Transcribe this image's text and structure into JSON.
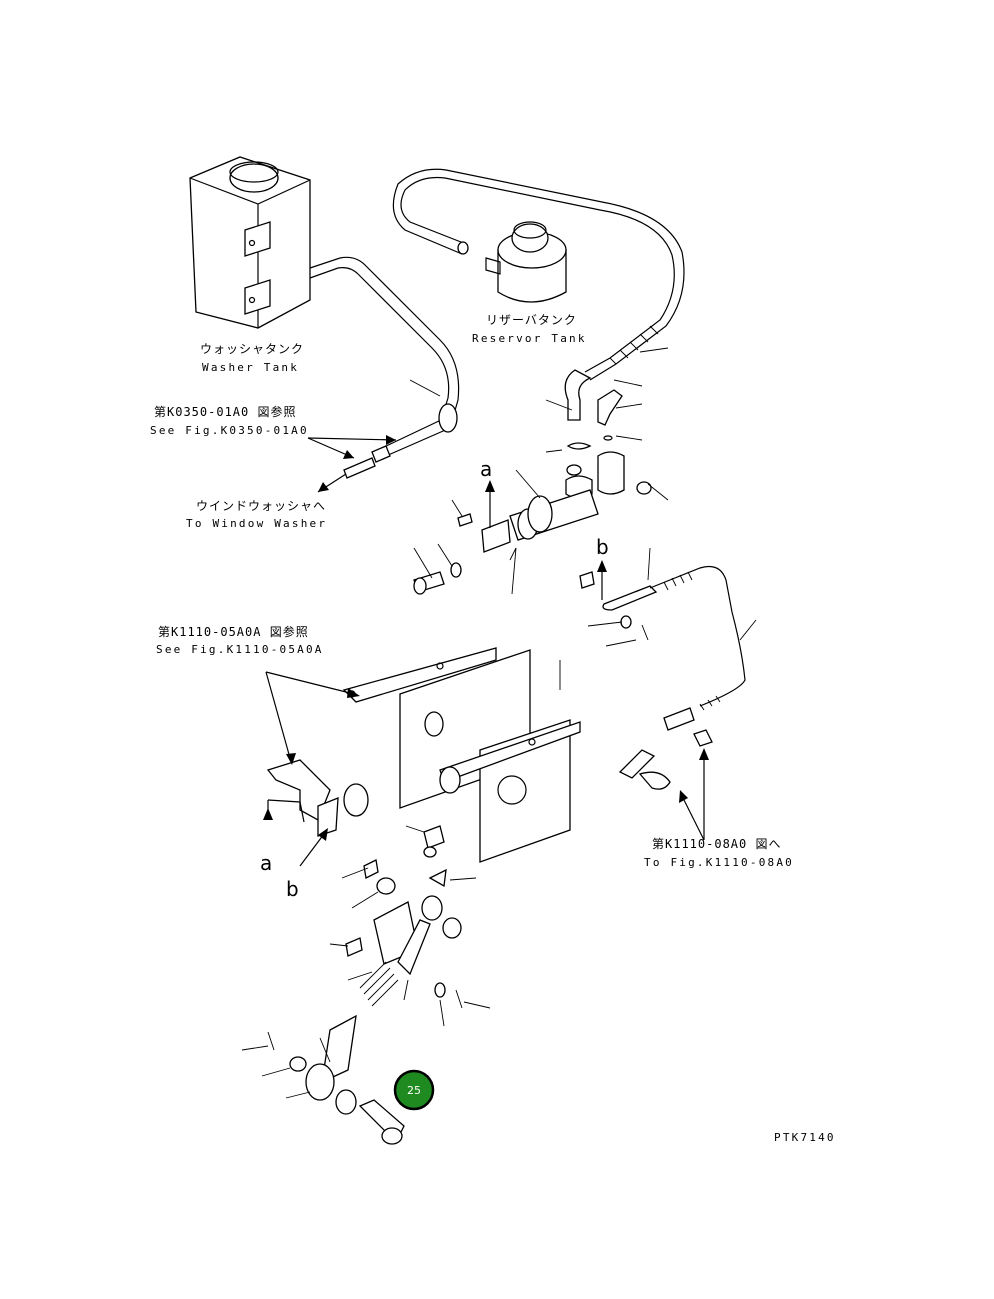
{
  "labels": {
    "washer_tank_jp": "ウォッシャタンク",
    "washer_tank_en": "Washer Tank",
    "reservoir_tank_jp": "リザーバタンク",
    "reservoir_tank_en": "Reservor Tank",
    "ref_k0350_jp": "第K0350-01A0 図参照",
    "ref_k0350_en": "See Fig.K0350-01A0",
    "window_washer_jp": "ウインドウォッシャへ",
    "window_washer_en": "To Window Washer",
    "ref_k1110_05_jp": "第K1110-05A0A 図参照",
    "ref_k1110_05_en": "See Fig.K1110-05A0A",
    "ref_k1110_08_jp": "第K1110-08A0 図へ",
    "ref_k1110_08_en": "To Fig.K1110-08A0",
    "marker_a": "a",
    "marker_b": "b",
    "drawing_code": "PTK7140"
  },
  "hotspot": {
    "number": "25",
    "color": "#1f8a1f",
    "border_color": "#000000"
  }
}
